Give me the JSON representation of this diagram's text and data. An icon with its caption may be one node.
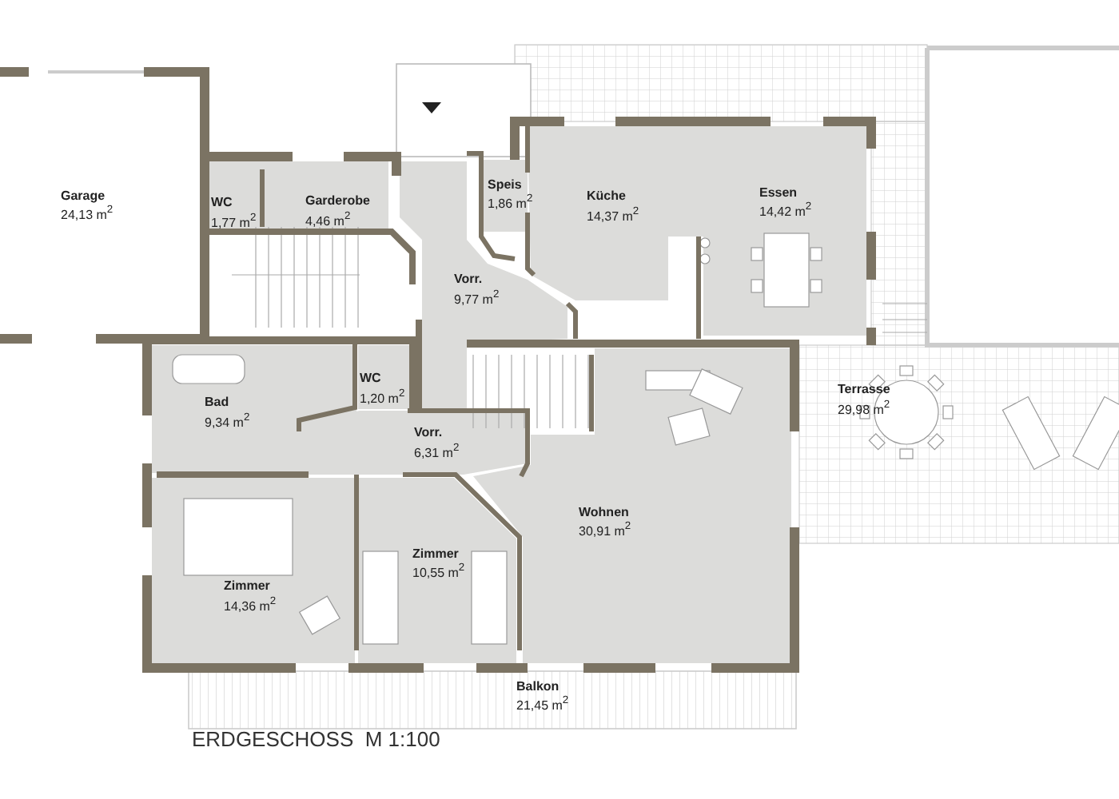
{
  "diagram": {
    "title": "ERDGESCHOSS  M 1:100",
    "labels": [
      "WC",
      "1,77 m$^{2}$",
      "Garderobe",
      "4,46 m$^{2}$",
      "Garage",
      "24,13 m$^{2}$",
      "Speis",
      "1,86 m$^{2}$",
      "Küche",
      "14,37 m$^{2}$",
      "Essen",
      "14,42 m$^{2}$",
      "Vorr.",
      "9,77 m$^{2}$",
      "Bad",
      "9,34 m$^{2}$",
      "WC",
      "1,20 m$^{2}$",
      "Vorr.",
      "6,31 m$^{2}$",
      "Terrasse",
      "29,98 m$^{2}$",
      "Wohnen",
      "30,91 m$^{2}$",
      "Zimmer",
      "10,55 m$^{2}$",
      "Zimmer",
      "14,36 m$^{2}$",
      "Balkon",
      "21,45 m$^{2}$"
    ]
  }
}
